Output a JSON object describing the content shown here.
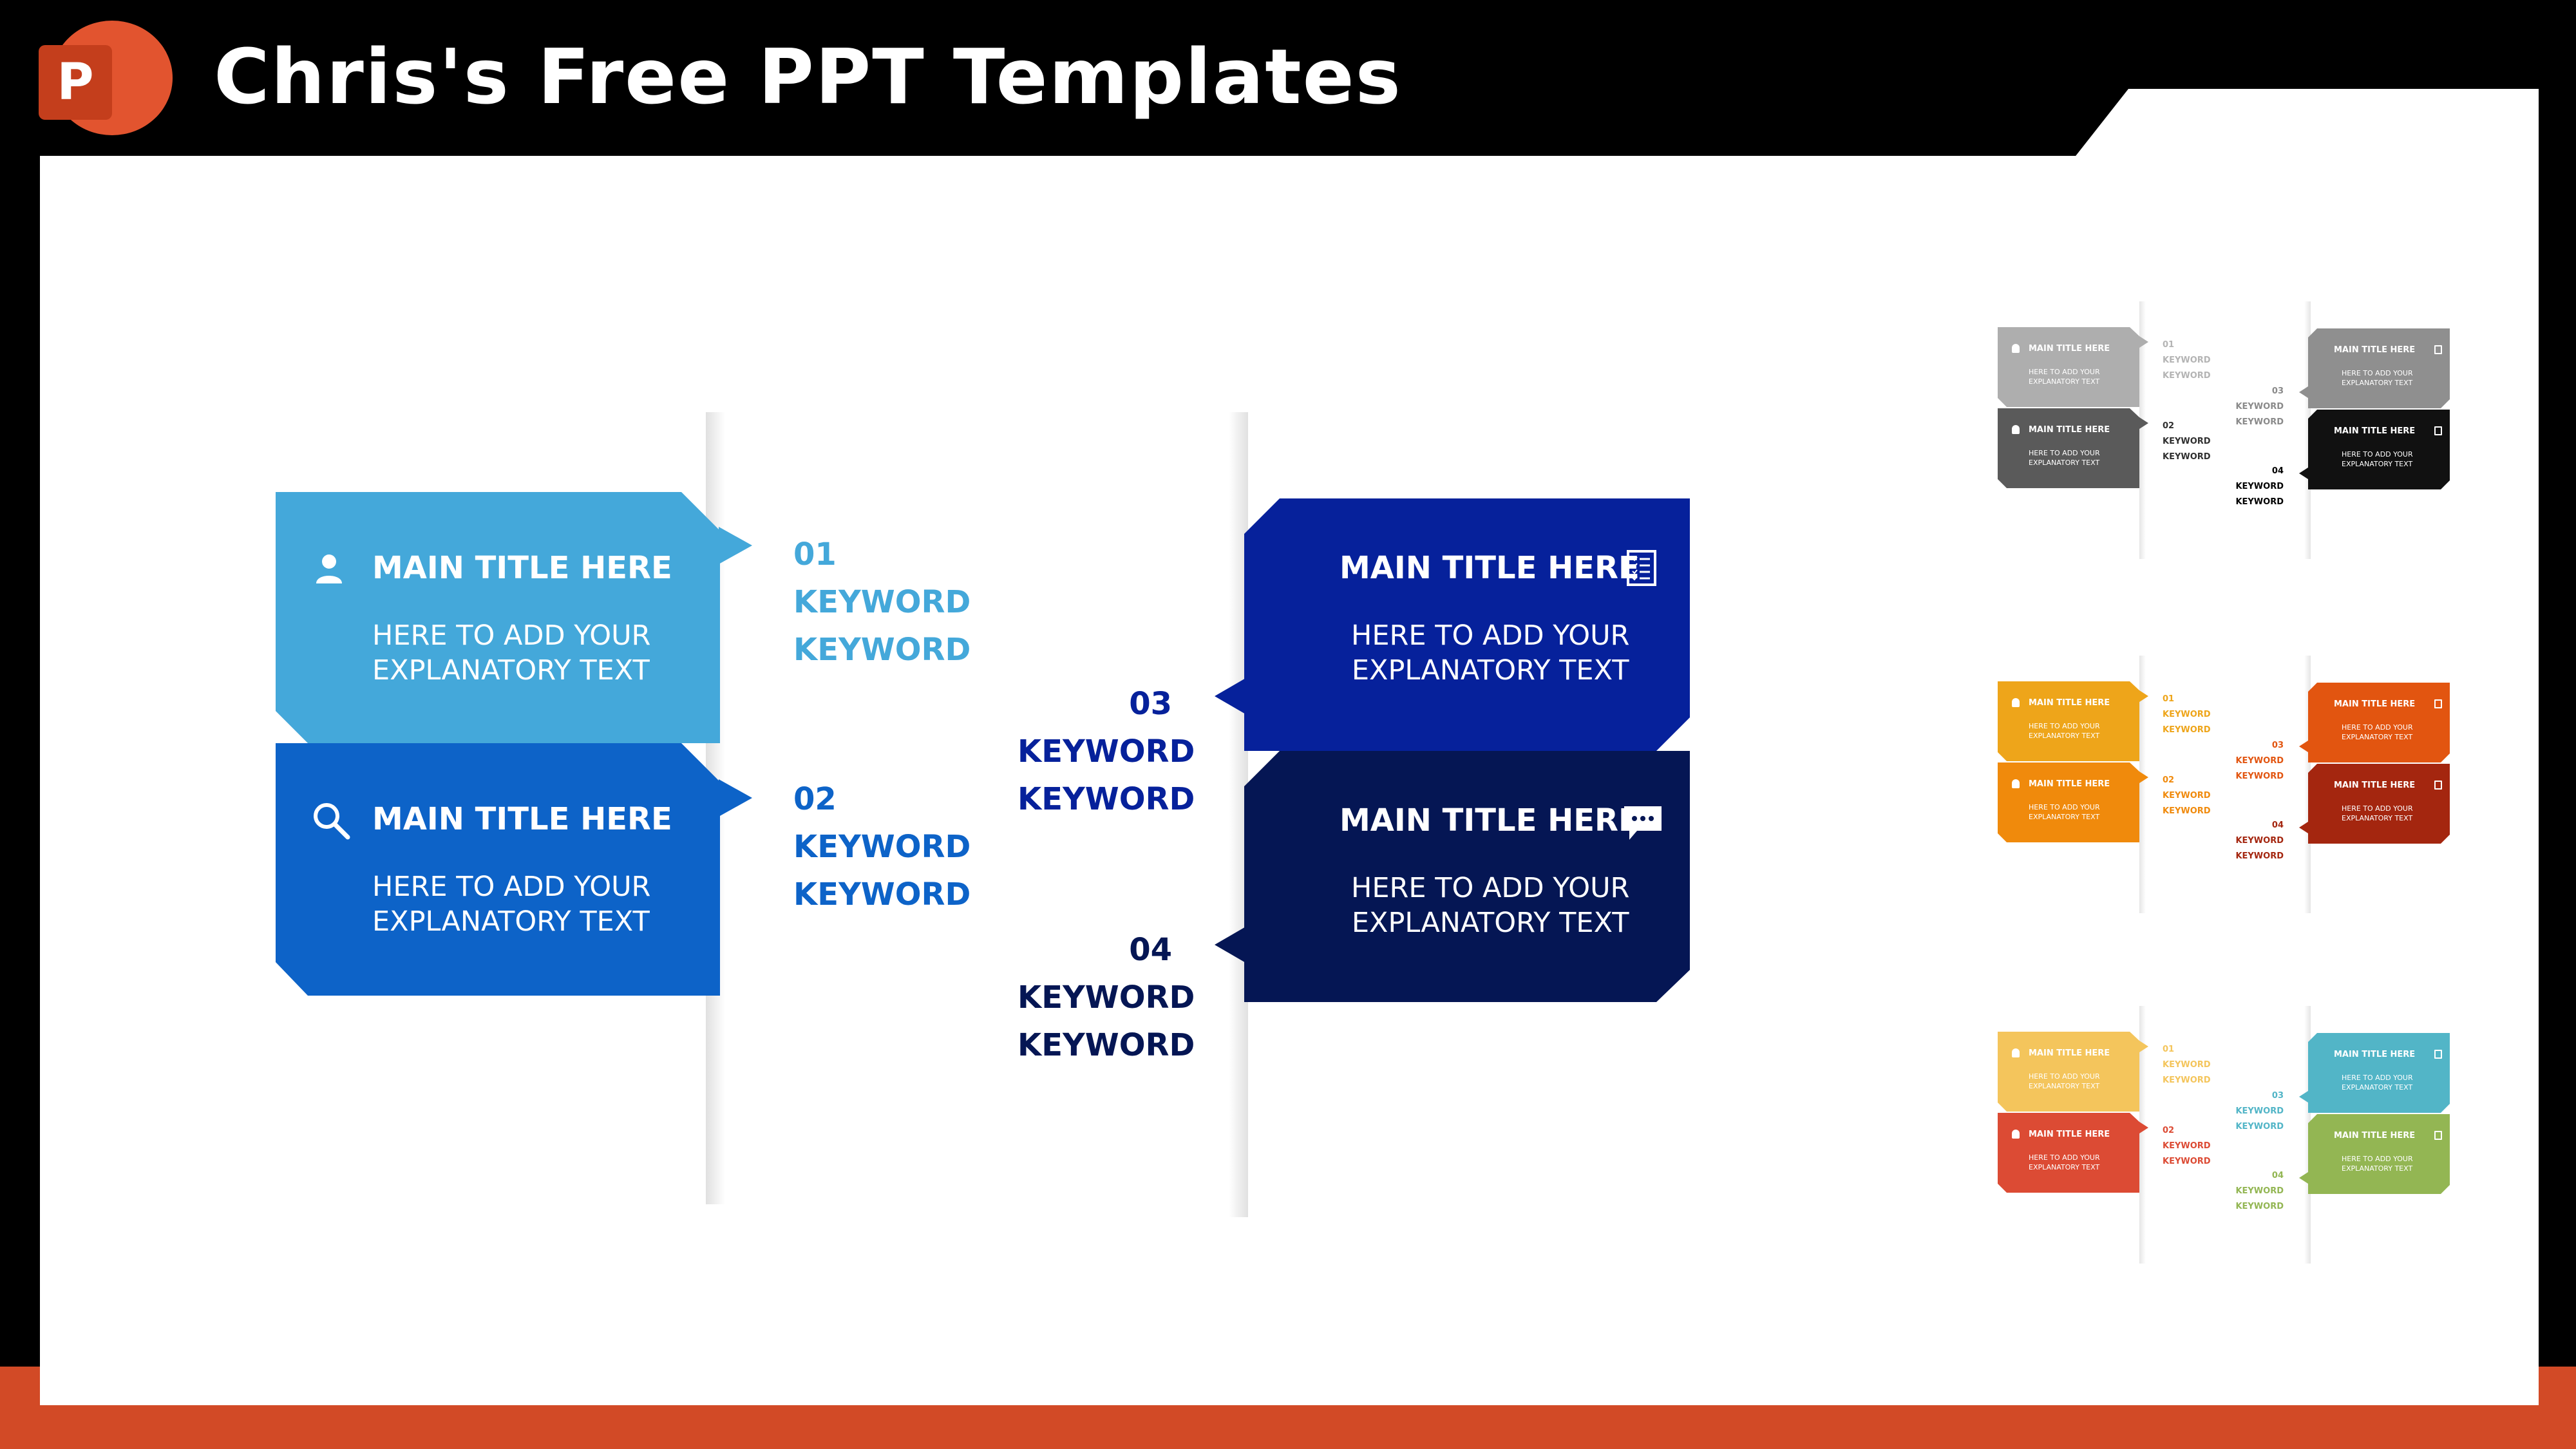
{
  "header": {
    "logo_letter": "P",
    "title": "Chris's Free PPT Templates"
  },
  "colors": {
    "background": "#000000",
    "accent_orange": "#d24a26",
    "slide": "#ffffff"
  },
  "main": {
    "cards": [
      {
        "title": "MAIN TITLE HERE",
        "text_line1": "HERE TO ADD YOUR",
        "text_line2": "EXPLANATORY TEXT",
        "icon": "user-icon",
        "color": "#44a8da"
      },
      {
        "title": "MAIN TITLE HERE",
        "text_line1": "HERE TO ADD YOUR",
        "text_line2": "EXPLANATORY TEXT",
        "icon": "search-icon",
        "color": "#0d63c8"
      },
      {
        "title": "MAIN TITLE HERE",
        "text_line1": "HERE TO ADD YOUR",
        "text_line2": "EXPLANATORY TEXT",
        "icon": "checklist-icon",
        "color": "#06219b"
      },
      {
        "title": "MAIN TITLE HERE",
        "text_line1": "HERE TO ADD YOUR",
        "text_line2": "EXPLANATORY TEXT",
        "icon": "chat-icon",
        "color": "#051654"
      }
    ],
    "keywords": [
      {
        "num": "01",
        "line1": "KEYWORD",
        "line2": "KEYWORD",
        "color": "#44a8da"
      },
      {
        "num": "02",
        "line1": "KEYWORD",
        "line2": "KEYWORD",
        "color": "#0d63c8"
      },
      {
        "num": "03",
        "line1": "KEYWORD",
        "line2": "KEYWORD",
        "color": "#06219b"
      },
      {
        "num": "04",
        "line1": "KEYWORD",
        "line2": "KEYWORD",
        "color": "#051654"
      }
    ]
  },
  "variants": [
    {
      "colors": [
        "#aeaeae",
        "#5a5a5a",
        "#8f8f8f",
        "#111111"
      ],
      "kw_colors": [
        "#b4b4b4",
        "#303030",
        "#8a8a8a",
        "#000000"
      ]
    },
    {
      "colors": [
        "#eea51a",
        "#f08a0c",
        "#e25510",
        "#a4260f"
      ],
      "kw_colors": [
        "#eea51a",
        "#f08a0c",
        "#e25510",
        "#a4260f"
      ]
    },
    {
      "colors": [
        "#f4c55c",
        "#dc4b34",
        "#52b5c7",
        "#93b653"
      ],
      "kw_colors": [
        "#f4c55c",
        "#dc4b34",
        "#52b5c7",
        "#93b653"
      ]
    }
  ],
  "mini_labels": {
    "title": "MAIN TITLE HERE",
    "text_line1": "HERE TO ADD YOUR",
    "text_line2": "EXPLANATORY TEXT",
    "kw_nums": [
      "01",
      "02",
      "03",
      "04"
    ],
    "kw_word": "KEYWORD"
  }
}
